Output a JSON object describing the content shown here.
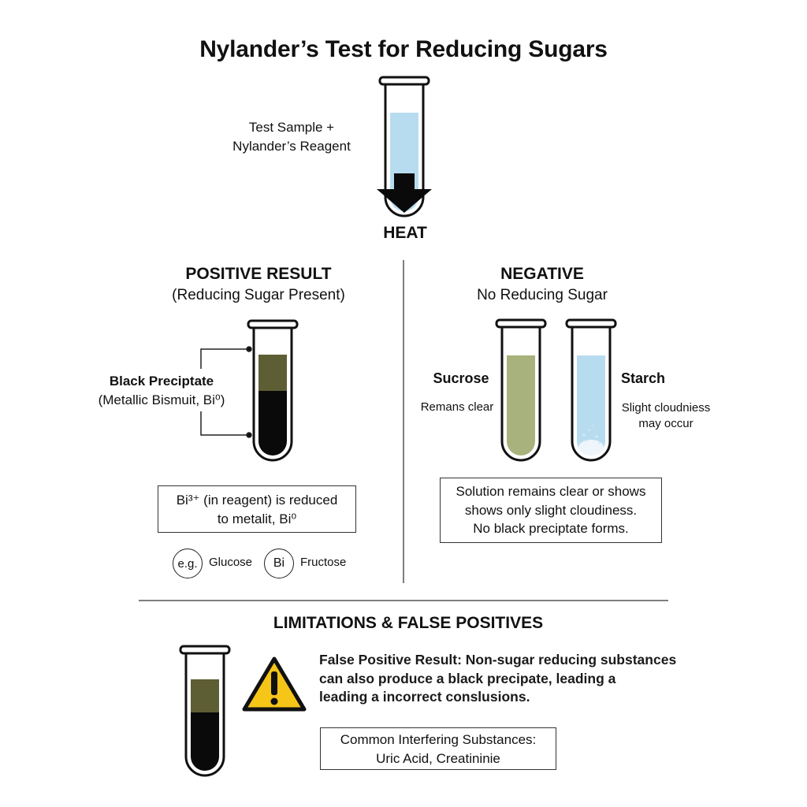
{
  "title": "Nylander’s Test for Reducing Sugars",
  "top": {
    "sample_line1": "Test Sample +",
    "sample_line2": "Nylander’s Reagent",
    "heat_label": "HEAT"
  },
  "positive": {
    "heading": "POSITIVE RESULT",
    "subheading": "(Reducing Sugar Present)",
    "precipitate_line1": "Black Preciptate",
    "precipitate_line2": "(Metallic Bismuit, Bi⁰)",
    "reduction_line1": "Bi³⁺ (in reagent) is reduced",
    "reduction_line2": "to metalit, Bi⁰",
    "example_circle": "e.g.",
    "example1": "Glucose",
    "example_circle2": "Bi",
    "example2": "Fructose"
  },
  "negative": {
    "heading": "NEGATIVE",
    "subheading": "No Reducing Sugar",
    "sucrose_label": "Sucrose",
    "sucrose_note": "Remans clear",
    "starch_label": "Starch",
    "starch_note_line1": "Slight cloudniess",
    "starch_note_line2": "may occur",
    "summary_line1": "Solution remains clear or shows",
    "summary_line2": "shows only slight cloudiness.",
    "summary_line3": "No black preciptate forms."
  },
  "limitations": {
    "heading": "LIMITATIONS & FALSE POSITIVES",
    "warning_line1": "False Positive Result: Non-sugar reducing substances",
    "warning_line2": "can also produce a black precipate, leading a",
    "warning_line3": "leading a incorrect conslusions.",
    "interfering_line1": "Common Interfering Substances:",
    "interfering_line2": "Uric Acid, Creatininie"
  },
  "icons": {
    "arrow": "down-arrow-icon",
    "warning": "warning-triangle-icon"
  },
  "colors": {
    "light_blue": "#b8dcef",
    "olive": "#5e5e34",
    "pale_olive": "#a8b27c",
    "black": "#0a0a0a",
    "warning_yellow": "#f5c518"
  }
}
